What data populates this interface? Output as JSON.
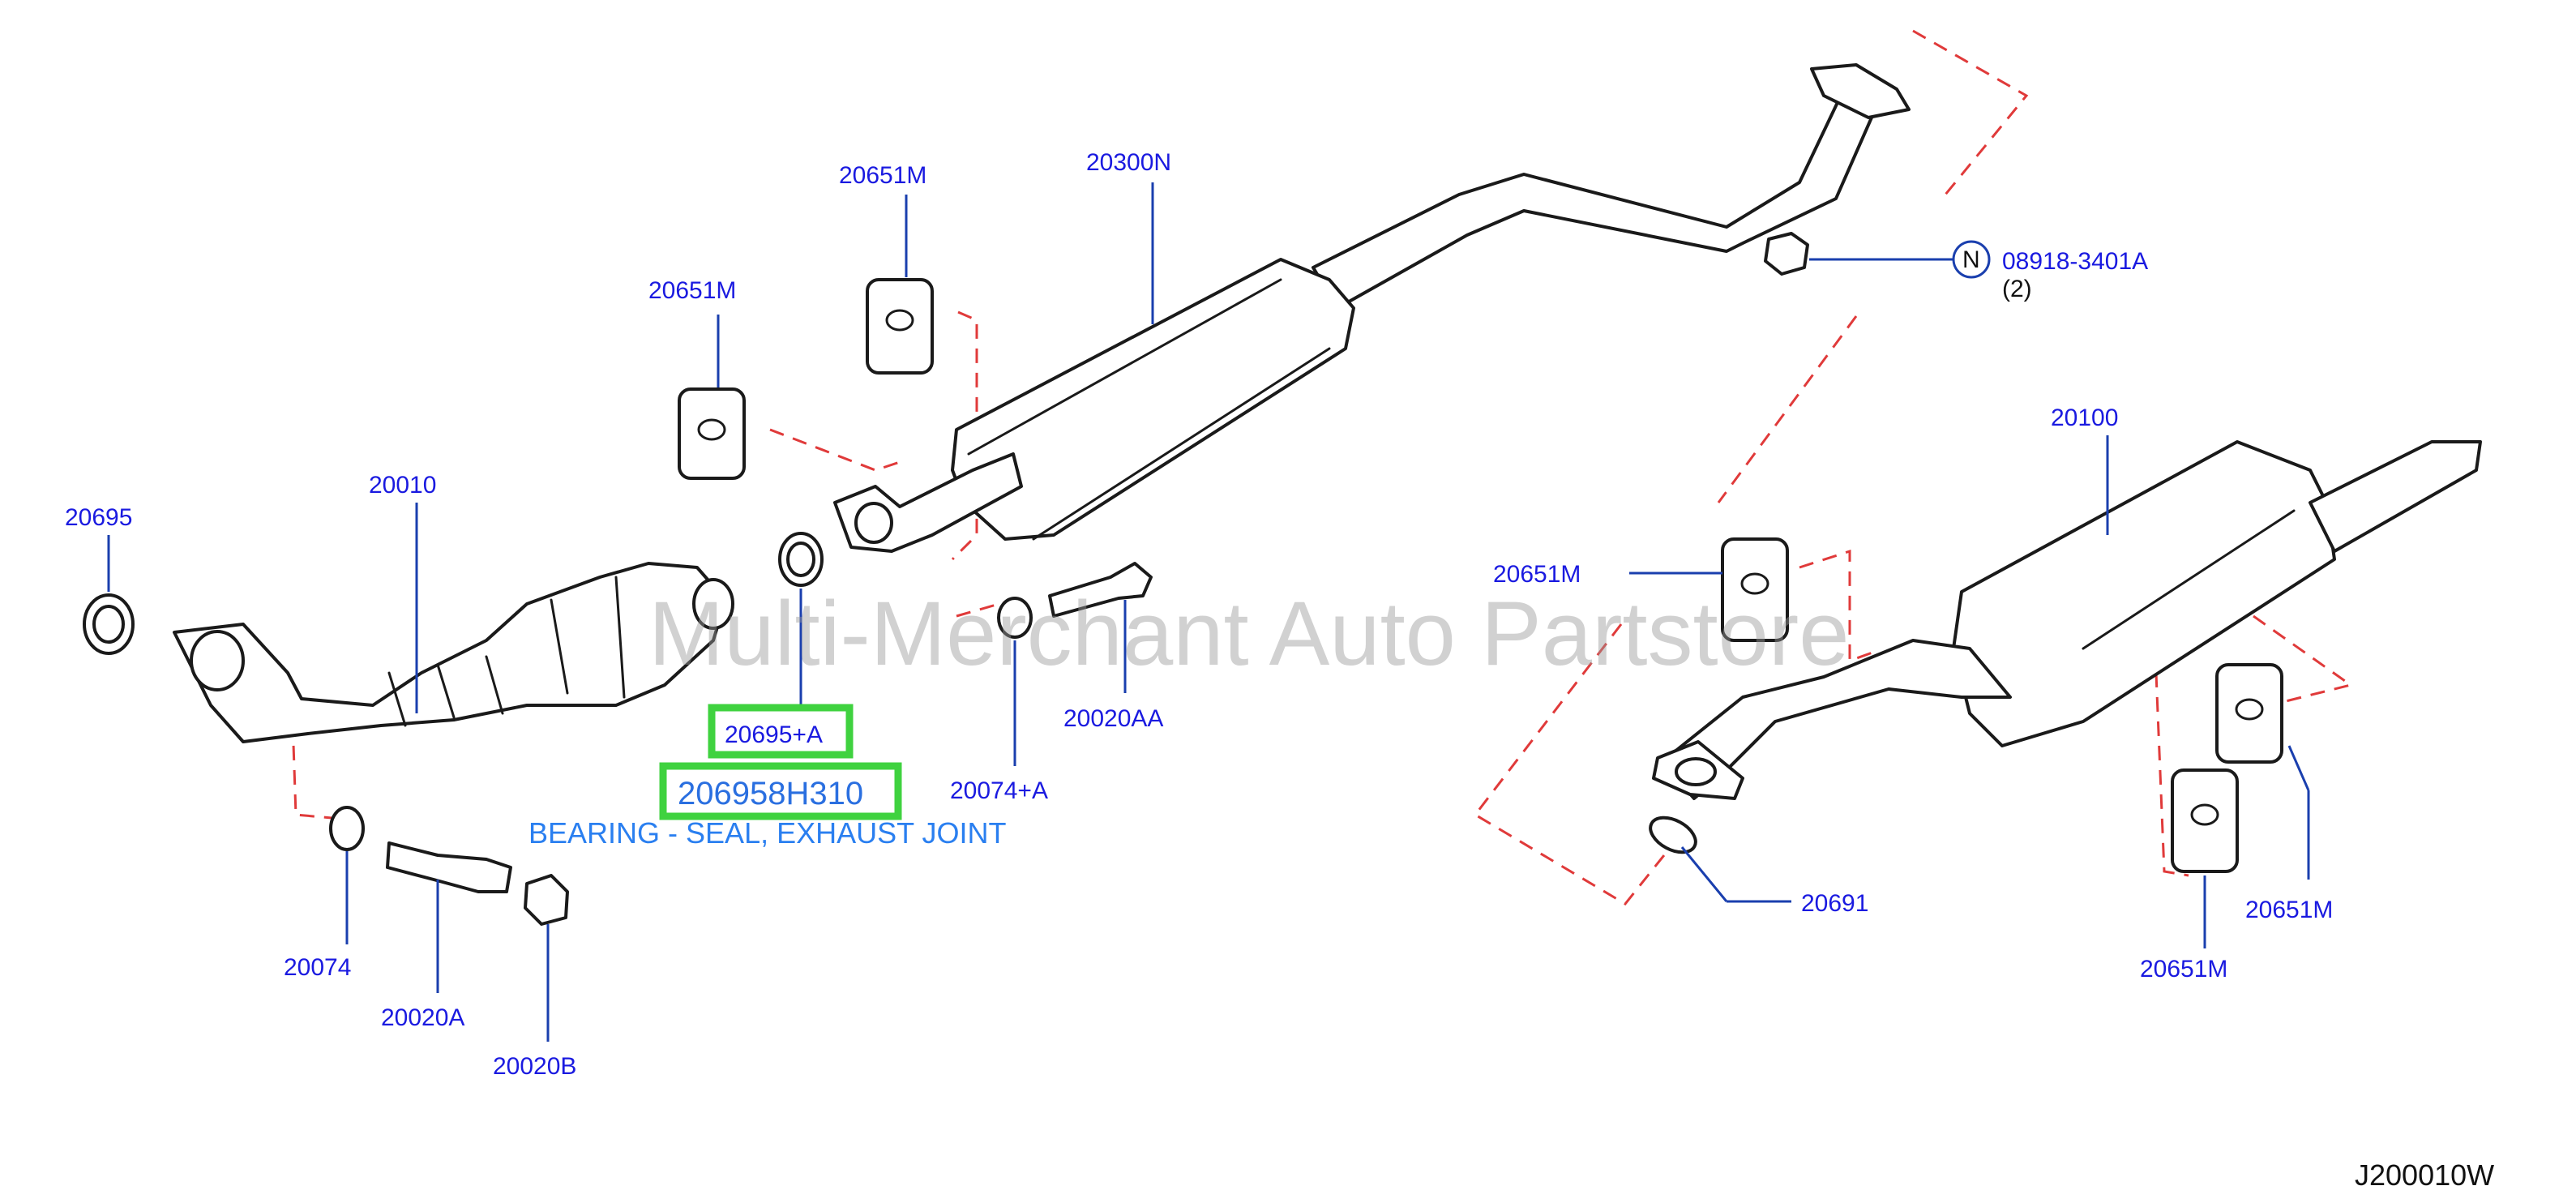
{
  "watermark": "Multi-Merchant Auto Partstore",
  "diagram_code": "J200010W",
  "highlight": {
    "callout": "20695+A",
    "part_number": "206958H310",
    "description": "BEARING - SEAL, EXHAUST JOINT"
  },
  "labels": {
    "l20695": "20695",
    "l20010": "20010",
    "l20651m_a": "20651M",
    "l20651m_b": "20651M",
    "l20300n": "20300N",
    "l08918": "08918-3401A",
    "l08918_qty": "(2)",
    "l08918_symbol": "N",
    "l20100": "20100",
    "l20651m_c": "20651M",
    "l20651m_d": "20651M",
    "l20651m_e": "20651M",
    "l20691": "20691",
    "l20074a": "20074+A",
    "l20020aa": "20020AA",
    "l20074": "20074",
    "l20020a": "20020A",
    "l20020b": "20020B"
  },
  "colors": {
    "label": "#1a1ae0",
    "highlight_border": "#3fd23f",
    "part_number": "#2a6fe0",
    "dashed_guide": "#e03a3a"
  }
}
